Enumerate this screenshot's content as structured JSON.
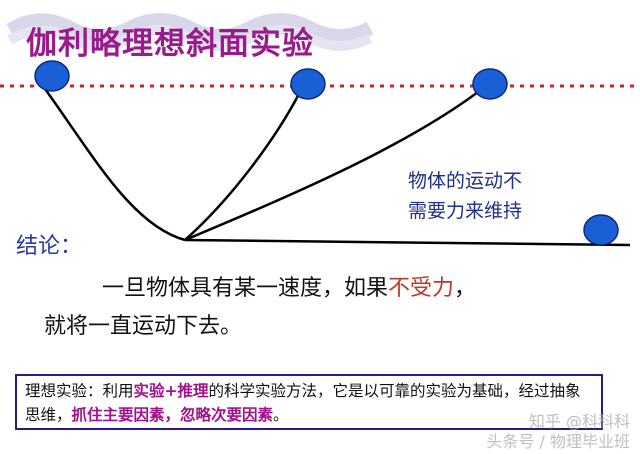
{
  "title": "伽利略理想斜面实验",
  "note": {
    "line1": "物体的运动不",
    "line2": "需要力来维持"
  },
  "conclusion": {
    "label": "结论：",
    "line1_before": "一旦物体具有某一速度，如果",
    "line1_highlight": "不受力",
    "line1_after": "，",
    "line2": "就将一直运动下去。"
  },
  "summary": {
    "part1": "理想实验：利用",
    "highlight1": "实验+推理",
    "part2": "的科学实验方法，它是以可靠的实验为基础，经过抽象思维，",
    "highlight2": "抓住主要因素，忽略次要因素",
    "part3": "。"
  },
  "watermark": {
    "line1": "知乎 @科科科",
    "line2": "头条号 / 物理毕业班"
  },
  "colors": {
    "title": "#9a1a8c",
    "ball": "#1a5fd6",
    "dotted_line": "#d62020",
    "text_blue": "#1f2f8a",
    "highlight_red": "#c0392b",
    "highlight_magenta": "#a0128c"
  }
}
